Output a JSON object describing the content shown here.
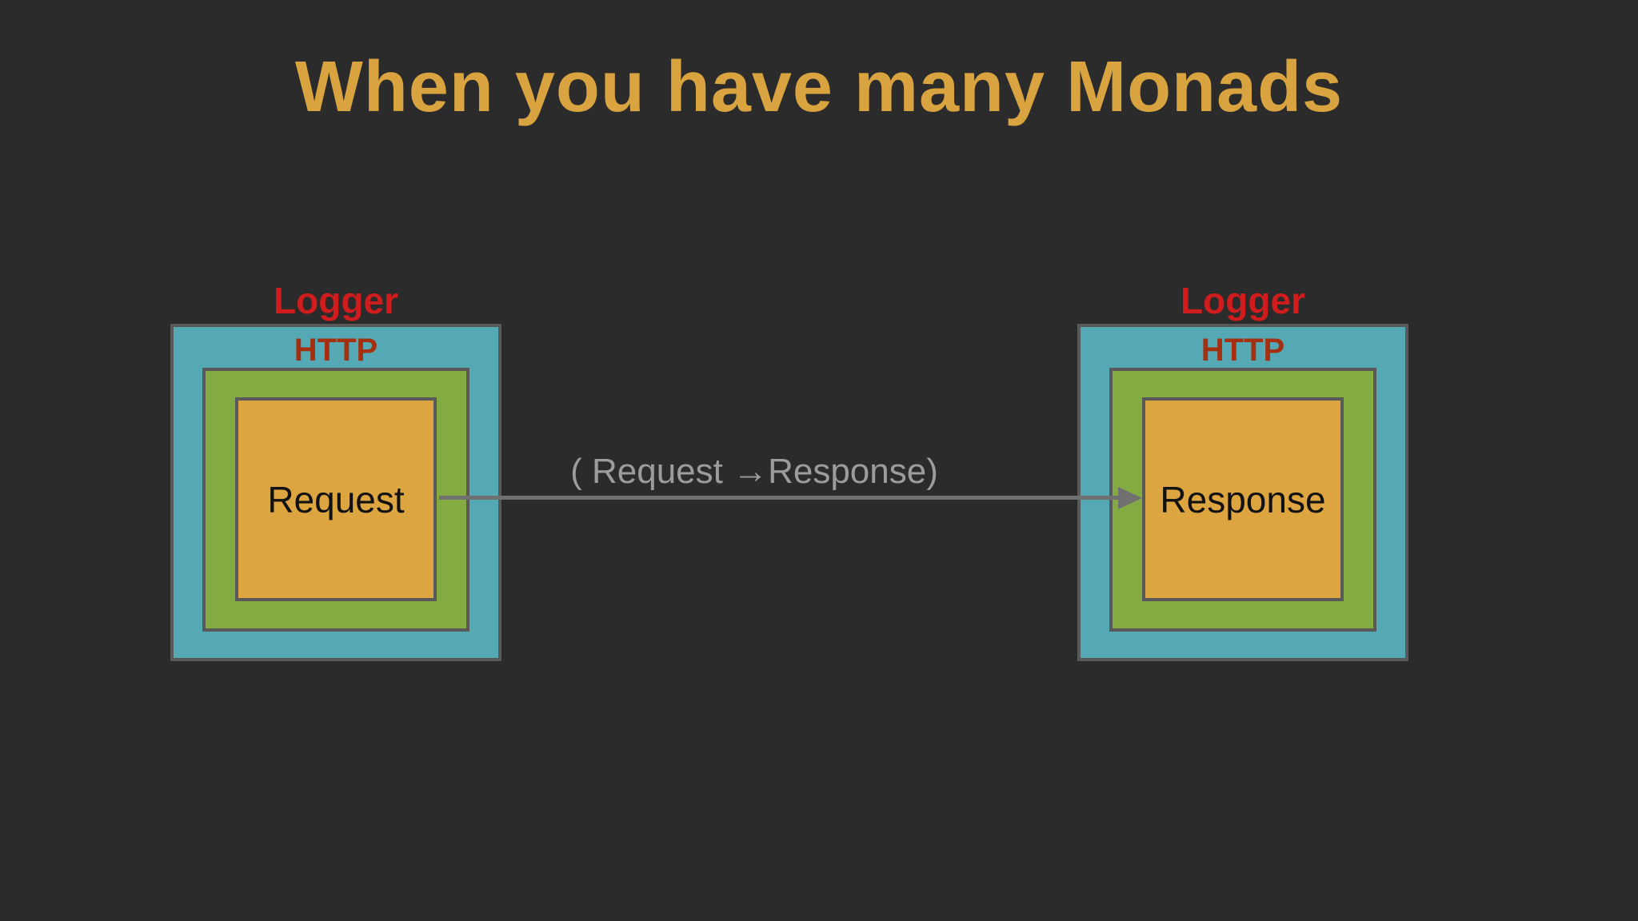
{
  "slide": {
    "title": "When you have many Monads"
  },
  "monads": [
    {
      "id": "request-monad",
      "outer_label": "Logger",
      "middle_label": "HTTP",
      "inner_label": "Request"
    },
    {
      "id": "response-monad",
      "outer_label": "Logger",
      "middle_label": "HTTP",
      "inner_label": "Response"
    }
  ],
  "arrow": {
    "label": "( Request →Response)",
    "direction": "left-to-right"
  },
  "colors": {
    "background": "#2b2b2b",
    "title": "#d9a43f",
    "outer_label": "#d01c1c",
    "middle_label": "#a5300f",
    "teal_box": "#55a9b4",
    "green_box": "#83ab42",
    "orange_box": "#dda540",
    "box_border": "#595959",
    "arrow": "#707070",
    "arrow_label": "#9c9c9c",
    "inner_label": "#111111"
  }
}
